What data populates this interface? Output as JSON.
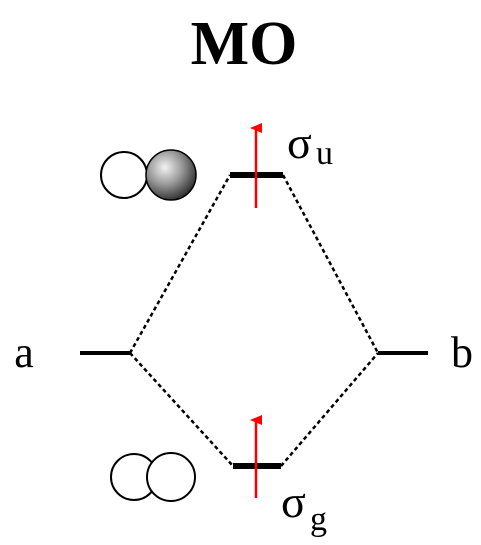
{
  "title": "MO",
  "left_label": "a",
  "right_label": "b",
  "upper_level": {
    "symbol": "σ",
    "subscript": "u"
  },
  "lower_level": {
    "symbol": "σ",
    "subscript": "g"
  },
  "colors": {
    "line": "#000000",
    "electron_arrow": "#ff0000",
    "lobe_shaded_dark": "#1a1a1a",
    "lobe_shaded_light": "#f2f2f2"
  },
  "icons": {
    "upper_orbital": "antibonding-orbital-lobes-icon",
    "lower_orbital": "bonding-orbital-lobes-icon",
    "electron": "spin-up-arrow-icon"
  }
}
